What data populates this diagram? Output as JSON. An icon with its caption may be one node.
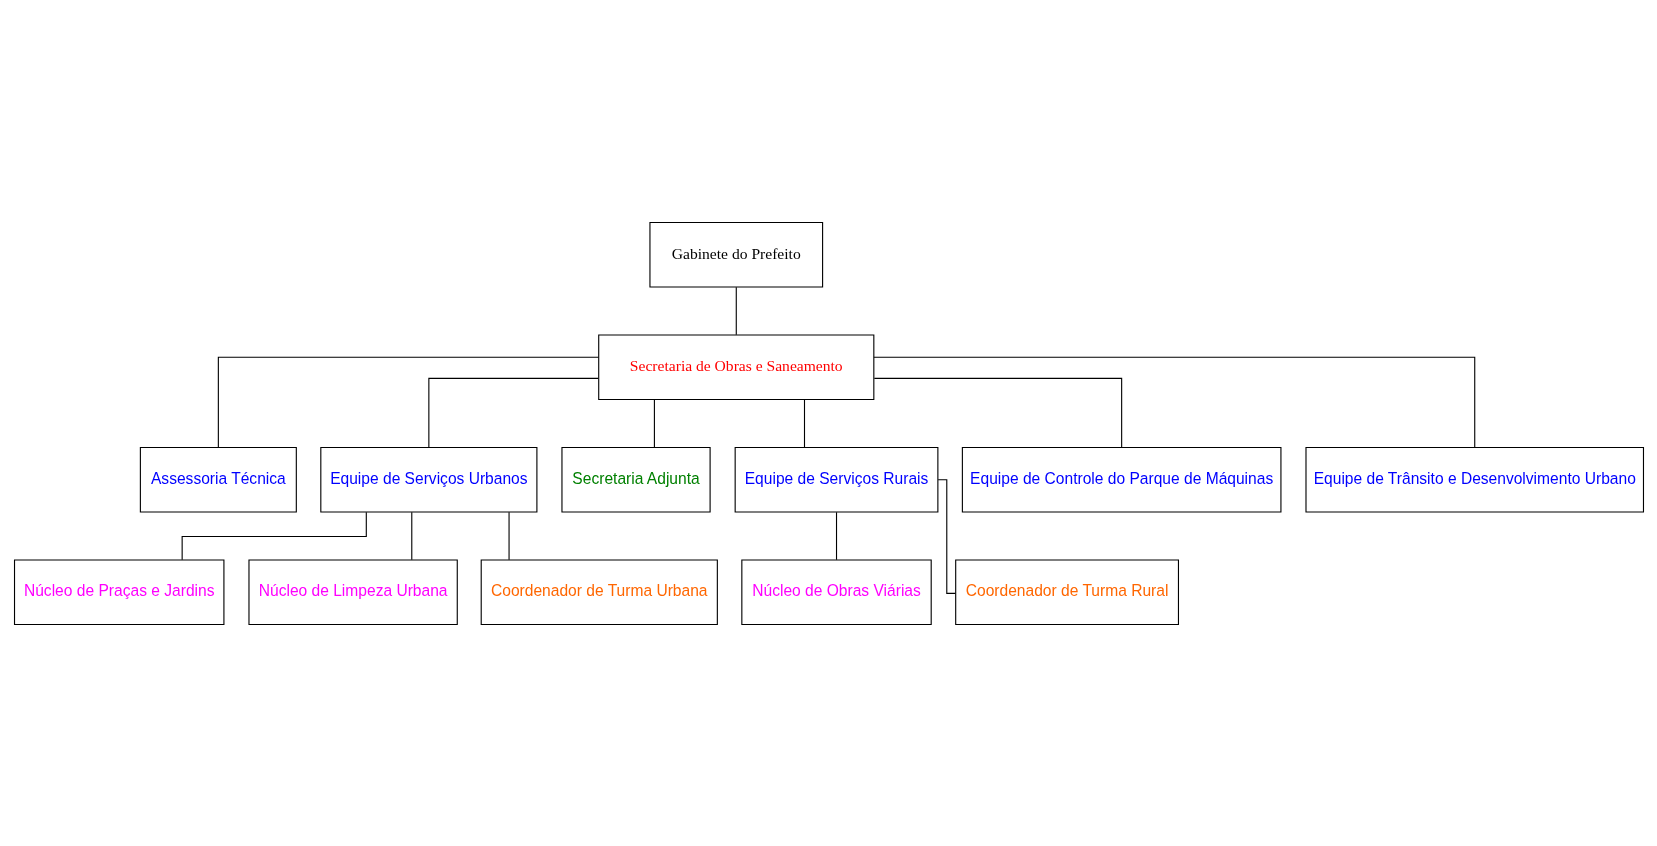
{
  "diagram": {
    "nodes": [
      {
        "text": [
          "Gabinete do Prefeito"
        ]
      },
      {
        "text": [
          "Secretaria de Obras e Saneamento"
        ]
      },
      {
        "text": [
          "Assessoria Técnica"
        ]
      },
      {
        "text": [
          "Equipe de Serviços Urbanos"
        ]
      },
      {
        "text": [
          "Secretaria Adjunta"
        ]
      },
      {
        "text": [
          "Equipe de Serviços Rurais"
        ]
      },
      {
        "text": [
          "Equipe de Controle do Parque de Máquinas"
        ]
      },
      {
        "text": [
          "Equipe de Trânsito e Desenvolvimento Urbano"
        ]
      },
      {
        "text": [
          "Núcleo de Praças e Jardins"
        ]
      },
      {
        "text": [
          "Núcleo de Limpeza Urbana"
        ]
      },
      {
        "text": [
          "Coordenador de Turma Urbana"
        ]
      },
      {
        "text": [
          "Núcleo de Obras Viárias"
        ]
      },
      {
        "text": [
          "Coordenador de Turma Rural"
        ]
      }
    ],
    "edges": [
      {
        "from": 0,
        "to": 1,
        "arrow": "none"
      },
      {
        "from": 1,
        "to": 2,
        "arrow": "none"
      },
      {
        "from": 1,
        "to": 3,
        "arrow": "none"
      },
      {
        "from": 1,
        "to": 4,
        "arrow": "none"
      },
      {
        "from": 1,
        "to": 5,
        "arrow": "none"
      },
      {
        "from": 1,
        "to": 6,
        "arrow": "none"
      },
      {
        "from": 1,
        "to": 7,
        "arrow": "none"
      },
      {
        "from": 3,
        "to": 8,
        "arrow": "none"
      },
      {
        "from": 3,
        "to": 9,
        "arrow": "none"
      },
      {
        "from": 3,
        "to": 10,
        "arrow": "none"
      },
      {
        "from": 5,
        "to": 11,
        "arrow": "none"
      },
      {
        "from": 5,
        "to": 12,
        "arrow": "none"
      }
    ]
  }
}
